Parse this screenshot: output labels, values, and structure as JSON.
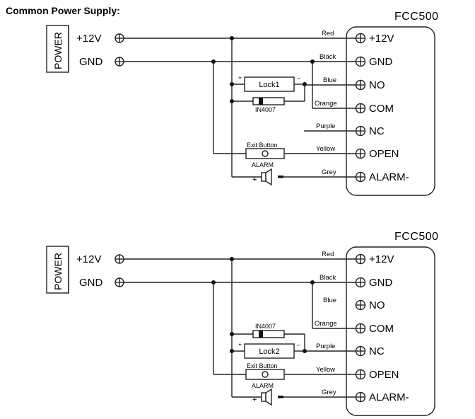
{
  "title": "Common Power Supply:",
  "diagrams": [
    {
      "model": "FCC500",
      "power": {
        "label": "POWER",
        "pos": "+12V",
        "gnd": "GND"
      },
      "terminals": [
        "+12V",
        "GND",
        "NO",
        "COM",
        "NC",
        "OPEN",
        "ALARM-"
      ],
      "wires": [
        "Red",
        "Black",
        "Blue",
        "Orange",
        "Purple",
        "Yellow",
        "Grey"
      ],
      "lock": {
        "label": "Lock1",
        "plus": "+",
        "minus": "–"
      },
      "diode": "IN4007",
      "exit_button": "Exit Button",
      "alarm": "ALARM",
      "alarm_plus": "+"
    },
    {
      "model": "FCC500",
      "power": {
        "label": "POWER",
        "pos": "+12V",
        "gnd": "GND"
      },
      "terminals": [
        "+12V",
        "GND",
        "NO",
        "COM",
        "NC",
        "OPEN",
        "ALARM-"
      ],
      "wires": [
        "Red",
        "Black",
        "Blue",
        "Orange",
        "Purple",
        "Yellow",
        "Grey"
      ],
      "lock": {
        "label": "Lock2",
        "plus": "+",
        "minus": "–"
      },
      "diode": "IN4007",
      "exit_button": "Exit Button",
      "alarm": "ALARM",
      "alarm_plus": "+"
    }
  ]
}
